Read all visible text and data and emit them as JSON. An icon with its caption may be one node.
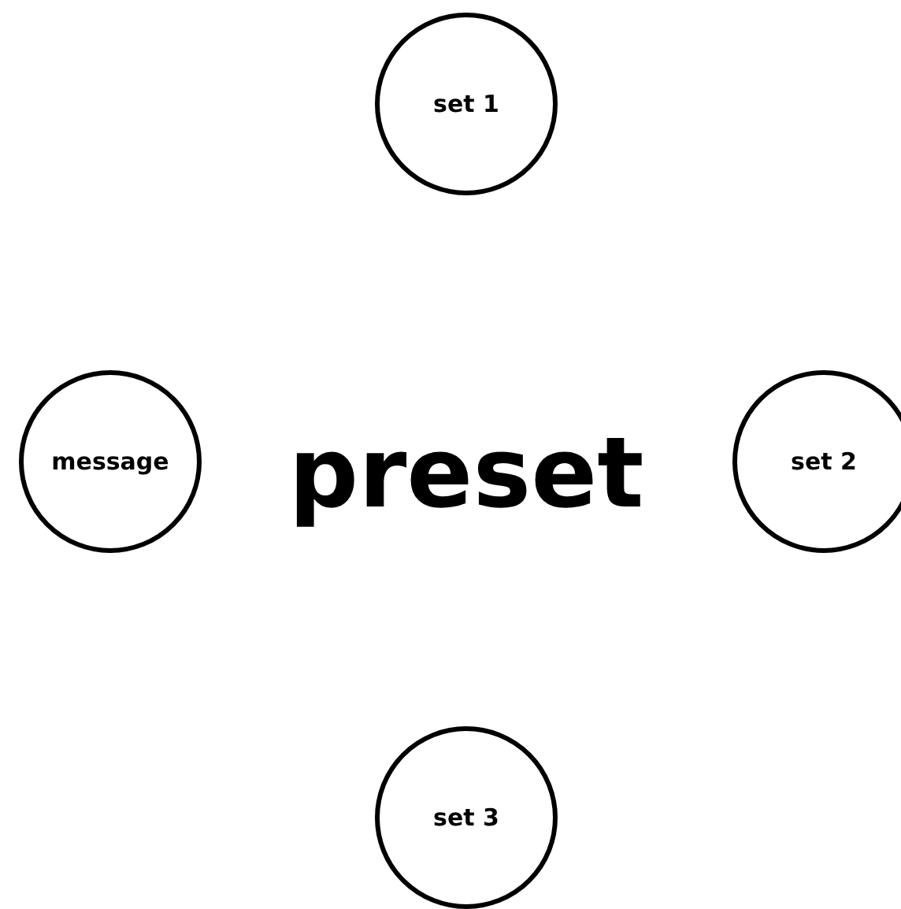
{
  "diagram": {
    "nodes": [
      {
        "text": [
          "set 1"
        ]
      },
      {
        "text": [
          "message"
        ]
      },
      {
        "text": [
          "set 2"
        ]
      },
      {
        "text": [
          "set 3"
        ]
      }
    ],
    "labels": [
      "preset"
    ]
  }
}
